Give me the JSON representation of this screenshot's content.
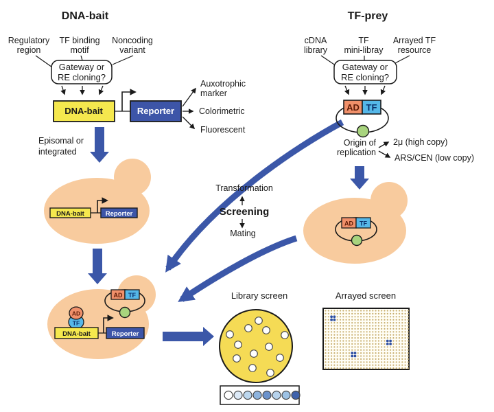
{
  "figure": {
    "dna_bait": {
      "title": "DNA-bait",
      "sources": [
        [
          "Regulatory",
          "region"
        ],
        [
          "TF binding",
          "motif"
        ],
        [
          "Noncoding",
          "variant"
        ]
      ],
      "cloning": [
        "Gateway or",
        "RE cloning?"
      ],
      "bait_label": "DNA-bait",
      "reporter_label": "Reporter",
      "readouts": [
        [
          "Auxotrophic",
          "marker"
        ],
        [
          "Colorimetric"
        ],
        [
          "Fluorescent"
        ]
      ],
      "integration": [
        "Episomal or",
        "integrated"
      ]
    },
    "tf_prey": {
      "title": "TF-prey",
      "sources": [
        [
          "cDNA",
          "library"
        ],
        [
          "TF",
          "mini-libray"
        ],
        [
          "Arrayed TF",
          "resource"
        ]
      ],
      "cloning": [
        "Gateway or",
        "RE cloning?"
      ],
      "ad_label": "AD",
      "tf_label": "TF",
      "origin": [
        "Origin of",
        "replication"
      ],
      "origin_options": [
        "2μ (high copy)",
        "ARS/CEN (low copy)"
      ]
    },
    "screening": {
      "top": "Transformation",
      "center": "Screening",
      "bottom": "Mating"
    },
    "results": {
      "library": {
        "title": "Library screen",
        "colonies": [
          [
            377,
            467
          ],
          [
            362,
            478
          ],
          [
            388,
            481
          ],
          [
            335,
            487
          ],
          [
            415,
            488
          ],
          [
            347,
            502
          ],
          [
            392,
            505
          ],
          [
            370,
            515
          ],
          [
            408,
            521
          ],
          [
            345,
            522
          ],
          [
            368,
            536
          ],
          [
            394,
            543
          ]
        ]
      },
      "arrayed": {
        "title": "Arrayed screen",
        "grid": {
          "cols": 29,
          "rows": 20,
          "hit_clusters": [
            [
              2,
              2
            ],
            [
              21,
              10
            ],
            [
              9,
              14
            ]
          ]
        }
      },
      "intensity_scale": [
        "#FFFFFF",
        "#DCE9F6",
        "#BCD7EE",
        "#8EB4DE",
        "#6C93CC",
        "#B7D3EC",
        "#9DC2E5",
        "#3F62AB"
      ]
    },
    "colors": {
      "accent_blue": "#3B57A8",
      "bait_yellow": "#F5E84E",
      "reporter_blue": "#3D55A8",
      "ad_orange": "#F0906A",
      "tf_blue": "#55B7E8",
      "cell_peach": "#F8CB9E",
      "ori_green": "#A8D47E",
      "plate_yellow": "#F5DB55",
      "array_dot": "#C8AE6E",
      "array_hit": "#2C4DA0"
    }
  }
}
